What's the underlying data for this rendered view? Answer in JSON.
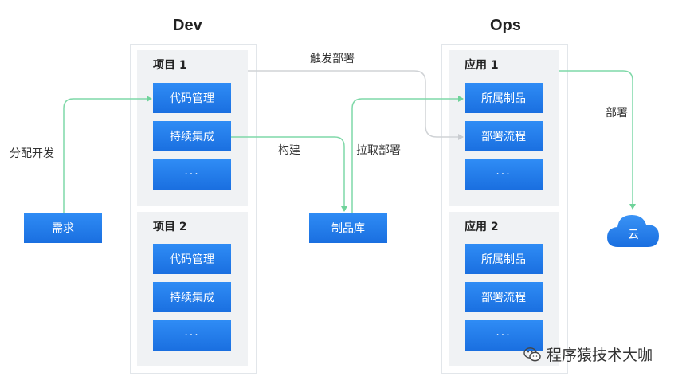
{
  "dev": {
    "title": "Dev",
    "projects": [
      {
        "title": "项目 1",
        "items": [
          "代码管理",
          "持续集成",
          "···"
        ]
      },
      {
        "title": "项目 2",
        "items": [
          "代码管理",
          "持续集成",
          "···"
        ]
      }
    ]
  },
  "ops": {
    "title": "Ops",
    "apps": [
      {
        "title": "应用 1",
        "items": [
          "所属制品",
          "部署流程",
          "···"
        ]
      },
      {
        "title": "应用 2",
        "items": [
          "所属制品",
          "部署流程",
          "···"
        ]
      }
    ]
  },
  "nodes": {
    "requirement": "需求",
    "artifact_repo": "制品库",
    "cloud": "云"
  },
  "edge_labels": {
    "assign_dev": "分配开发",
    "trigger_deploy": "触发部署",
    "build": "构建",
    "pull_deploy": "拉取部署",
    "deploy": "部署"
  },
  "watermark": "程序猿技术大咖",
  "colors": {
    "accent_blue": "#1f7cee",
    "arrow_green": "#7fd8a8",
    "arrow_gray": "#d0d3d6",
    "panel_gray": "#f0f2f4"
  }
}
